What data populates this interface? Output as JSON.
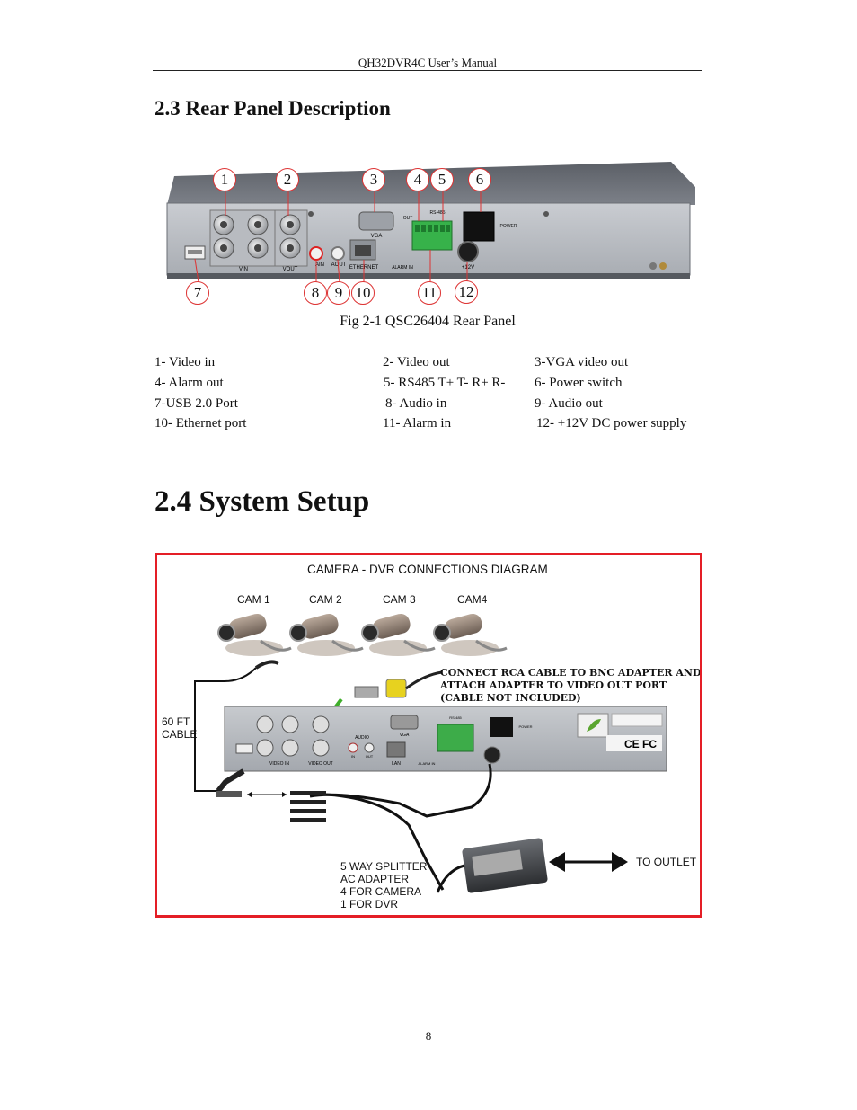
{
  "header": "QH32DVR4C User’s Manual",
  "section_23": {
    "title": "2.3 Rear Panel Description"
  },
  "rear_panel": {
    "caption": "Fig 2-1 QSC26404 Rear Panel",
    "callouts_top": [
      "1",
      "2",
      "3",
      "4",
      "5",
      "6"
    ],
    "callouts_bottom": [
      "7",
      "8",
      "9",
      "10",
      "11",
      "12"
    ],
    "panel_labels": {
      "vin": "VIN",
      "vout": "VOUT",
      "vga": "VGA",
      "ain": "AIN",
      "aout": "AOUT",
      "ethernet": "ETHERNET",
      "out": "OUT",
      "rs485": "RS-485",
      "alarm_in": "ALARM IN",
      "power": "POWER",
      "v12": "+12V"
    },
    "legend": [
      [
        "1- Video in",
        "2- Video out",
        "3-VGA video out"
      ],
      [
        "4- Alarm out",
        "5- RS485 T+ T- R+ R-",
        "6- Power switch"
      ],
      [
        "7-USB 2.0 Port",
        "8- Audio in",
        "9- Audio out"
      ],
      [
        "10- Ethernet port",
        "11- Alarm in",
        "12- +12V DC power supply"
      ]
    ]
  },
  "section_24": {
    "title": "2.4 System Setup"
  },
  "diagram": {
    "title": "CAMERA - DVR CONNECTIONS DIAGRAM",
    "cameras": [
      "CAM 1",
      "CAM 2",
      "CAM 3",
      "CAM4"
    ],
    "cable_label_1": "60 FT",
    "cable_label_2": "CABLE",
    "note_1": "CONNECT RCA CABLE TO BNC ADAPTER AND",
    "note_2": "ATTACH ADAPTER TO VIDEO OUT PORT",
    "note_3": "(CABLE NOT INCLUDED)",
    "splitter_1": "5 WAY SPLITTER",
    "splitter_2": "AC ADAPTER",
    "splitter_3": "4 FOR CAMERA",
    "splitter_4": "1 FOR DVR",
    "outlet": "TO OUTLET",
    "dvr_labels": {
      "videoin": "VIDEO IN",
      "videoout": "VIDEO OUT",
      "audio": "AUDIO",
      "in": "IN",
      "out": "OUT",
      "vga": "VGA",
      "lan": "LAN",
      "rs485": "RS-485",
      "alarm": "ALARM IN",
      "power": "POWER"
    }
  },
  "page_number": "8"
}
